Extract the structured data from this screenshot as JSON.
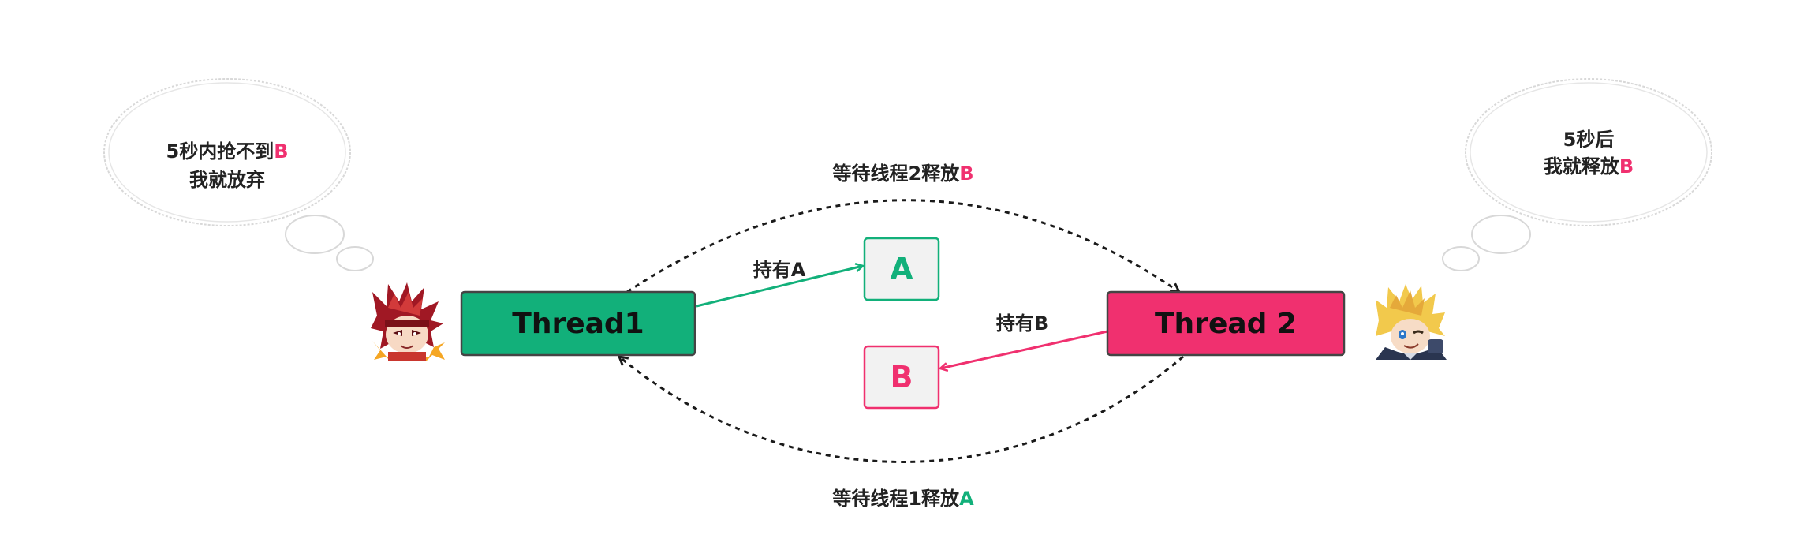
{
  "colors": {
    "green": "#12b07a",
    "pink": "#f0306f",
    "box_fill": "#f2f2f2",
    "outline": "#444444",
    "dashed": "#1a1a1a"
  },
  "thread1": {
    "label": "Thread1"
  },
  "thread2": {
    "label": "Thread 2"
  },
  "resource_a": {
    "label": "A"
  },
  "resource_b": {
    "label": "B"
  },
  "edges": {
    "hold_a": "持有A",
    "hold_b": "持有B",
    "wait_top": {
      "prefix": "等待线程2释放",
      "highlight": "B"
    },
    "wait_bottom": {
      "prefix": "等待线程1释放",
      "highlight": "A"
    }
  },
  "thought_left": {
    "line1_prefix": "5秒内抢不到",
    "line1_highlight": "B",
    "line2": "我就放弃"
  },
  "thought_right": {
    "line1": "5秒后",
    "line2_prefix": "我就释放",
    "line2_highlight": "B"
  },
  "avatars": {
    "left": "red-haired-warrior-avatar",
    "right": "blonde-hero-avatar"
  }
}
